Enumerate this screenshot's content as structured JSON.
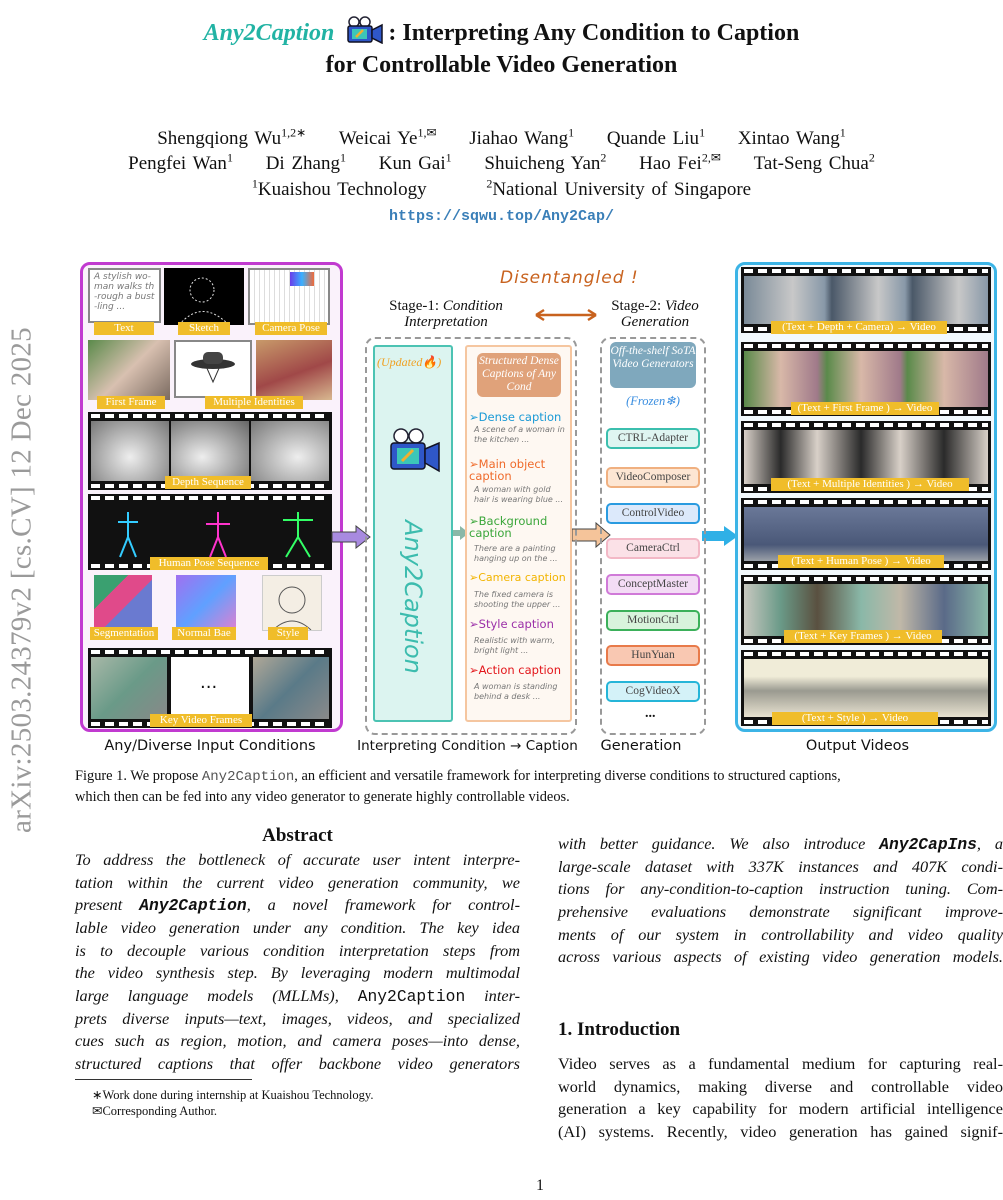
{
  "stamp": "arXiv:2503.24379v2  [cs.CV]  12 Dec 2025",
  "title": {
    "name": "Any2Caption",
    "line1_rest": ": Interpreting Any Condition to Caption",
    "line2": "for Controllable Video Generation"
  },
  "authors": {
    "row1": [
      {
        "n": "Shengqiong Wu",
        "s": "1,2∗"
      },
      {
        "n": "Weicai Ye",
        "s": "1,✉"
      },
      {
        "n": "Jiahao Wang",
        "s": "1"
      },
      {
        "n": "Quande Liu",
        "s": "1"
      },
      {
        "n": "Xintao Wang",
        "s": "1"
      }
    ],
    "row2": [
      {
        "n": "Pengfei Wan",
        "s": "1"
      },
      {
        "n": "Di Zhang",
        "s": "1"
      },
      {
        "n": "Kun Gai",
        "s": "1"
      },
      {
        "n": "Shuicheng Yan",
        "s": "2"
      },
      {
        "n": "Hao Fei",
        "s": "2,✉"
      },
      {
        "n": "Tat-Seng Chua",
        "s": "2"
      }
    ],
    "affil": [
      {
        "s": "1",
        "n": "Kuaishou Technology"
      },
      {
        "s": "2",
        "n": "National University of Singapore"
      }
    ]
  },
  "url": "https://sqwu.top/Any2Cap/",
  "figure": {
    "disentangled": "Disentangled !",
    "stage1": {
      "a": "Stage-1: ",
      "b": "Condition",
      "c": "Interpretation"
    },
    "stage2": {
      "a": "Stage-2: ",
      "b": "Video",
      "c": "Generation"
    },
    "inputs": {
      "text_sample": "A stylish wo-man walks th-rough a bust-ling ...",
      "labels": [
        "Text",
        "Sketch",
        "Camera Pose",
        "First Frame",
        "Multiple Identities",
        "Depth Sequence",
        "Human Pose Sequence",
        "Segmentation",
        "Normal Bae",
        "Style",
        "Key Video Frames"
      ],
      "ellipsis": "..."
    },
    "updated": "(Updated",
    "model_name": "Any2Caption",
    "structured": "Structured Dense Captions of Any Cond",
    "captions": [
      {
        "h": "Dense caption",
        "t": "A scene of a woman in the kitchen ...",
        "color": "#1a9ad6"
      },
      {
        "h": "Main object caption",
        "t": "A woman with gold hair is wearing blue ...",
        "color": "#ef6a2a"
      },
      {
        "h": "Background caption",
        "t": "There are a painting hanging up on the ...",
        "color": "#3aa63a"
      },
      {
        "h": "Camera caption",
        "t": "The fixed camera is shooting the upper ...",
        "color": "#f2b400"
      },
      {
        "h": "Style caption",
        "t": "Realistic with warm, bright light ...",
        "color": "#9b2fa8"
      },
      {
        "h": "Action caption",
        "t": "A woman is standing behind a desk ...",
        "color": "#e3161b"
      }
    ],
    "offshelf": "Off-the-shelf SoTA Video Generators",
    "frozen": "(Frozen",
    "generators": [
      "CTRL-Adapter",
      "VideoComposer",
      "ControlVideo",
      "CameraCtrl",
      "ConceptMaster",
      "MotionCtrl",
      "HunYuan",
      "CogVideoX"
    ],
    "gen_more": "...",
    "outputs": [
      "(Text + Depth + Camera) → Video",
      "(Text + First Frame ) → Video",
      "(Text + Multiple Identities ) → Video",
      "(Text + Human Pose ) → Video",
      "(Text + Key Frames ) → Video",
      "(Text + Style ) → Video"
    ],
    "bottom_labels": [
      "Any/Diverse Input Conditions",
      "Interpreting Condition → Caption",
      "Generation",
      "Output Videos"
    ],
    "colors": {
      "input_border": "#c13ad0",
      "output_border": "#3cb4e6",
      "label_yellow": "#f0bd2a",
      "model_teal": "#4cc3b3"
    }
  },
  "caption": {
    "l1a": "Figure 1.  We propose ",
    "l1code": "Any2Caption",
    "l1b": ", an efficient and versatile framework for interpreting diverse conditions to structured captions,",
    "l2": "which then can be fed into any video generator to generate highly controllable videos."
  },
  "abstract": {
    "heading": "Abstract",
    "l1": "To address the bottleneck of accurate user intent interpre-",
    "l2": "tation within the current video generation community, we",
    "l3a": "present ",
    "l3code": "Any2Caption",
    "l3b": ", a novel framework for control-",
    "l4": "lable video generation under any condition. The key idea",
    "l5": "is to decouple various condition interpretation steps from",
    "l6": "the video synthesis step. By leveraging modern multimodal",
    "l7a": "large language models (MLLMs), ",
    "l7code": "Any2Caption",
    "l7b": " inter-",
    "l8": "prets diverse inputs—text, images, videos, and specialized",
    "l9": "cues such as region, motion, and camera poses—into dense,",
    "l10": "structured captions that offer backbone video generators",
    "r1a": "with better guidance. We also introduce ",
    "r1code": "Any2CapIns",
    "r1b": ", a",
    "r2": "large-scale dataset with 337K instances and 407K condi-",
    "r3": "tions for any-condition-to-caption instruction tuning. Com-",
    "r4": "prehensive evaluations demonstrate significant improve-",
    "r5": "ments of our system in controllability and video quality",
    "r6": "across various aspects of existing video generation models."
  },
  "intro": {
    "heading": "1. Introduction",
    "lines": [
      "Video serves as a fundamental medium for capturing real-",
      "world dynamics, making diverse and controllable video",
      "generation a key capability for modern artificial intelligence",
      "(AI) systems. Recently, video generation has gained signif-"
    ]
  },
  "footnotes": {
    "f1": "∗Work done during internship at Kuaishou Technology.",
    "f2": "✉Corresponding Author."
  },
  "page_number": "1"
}
